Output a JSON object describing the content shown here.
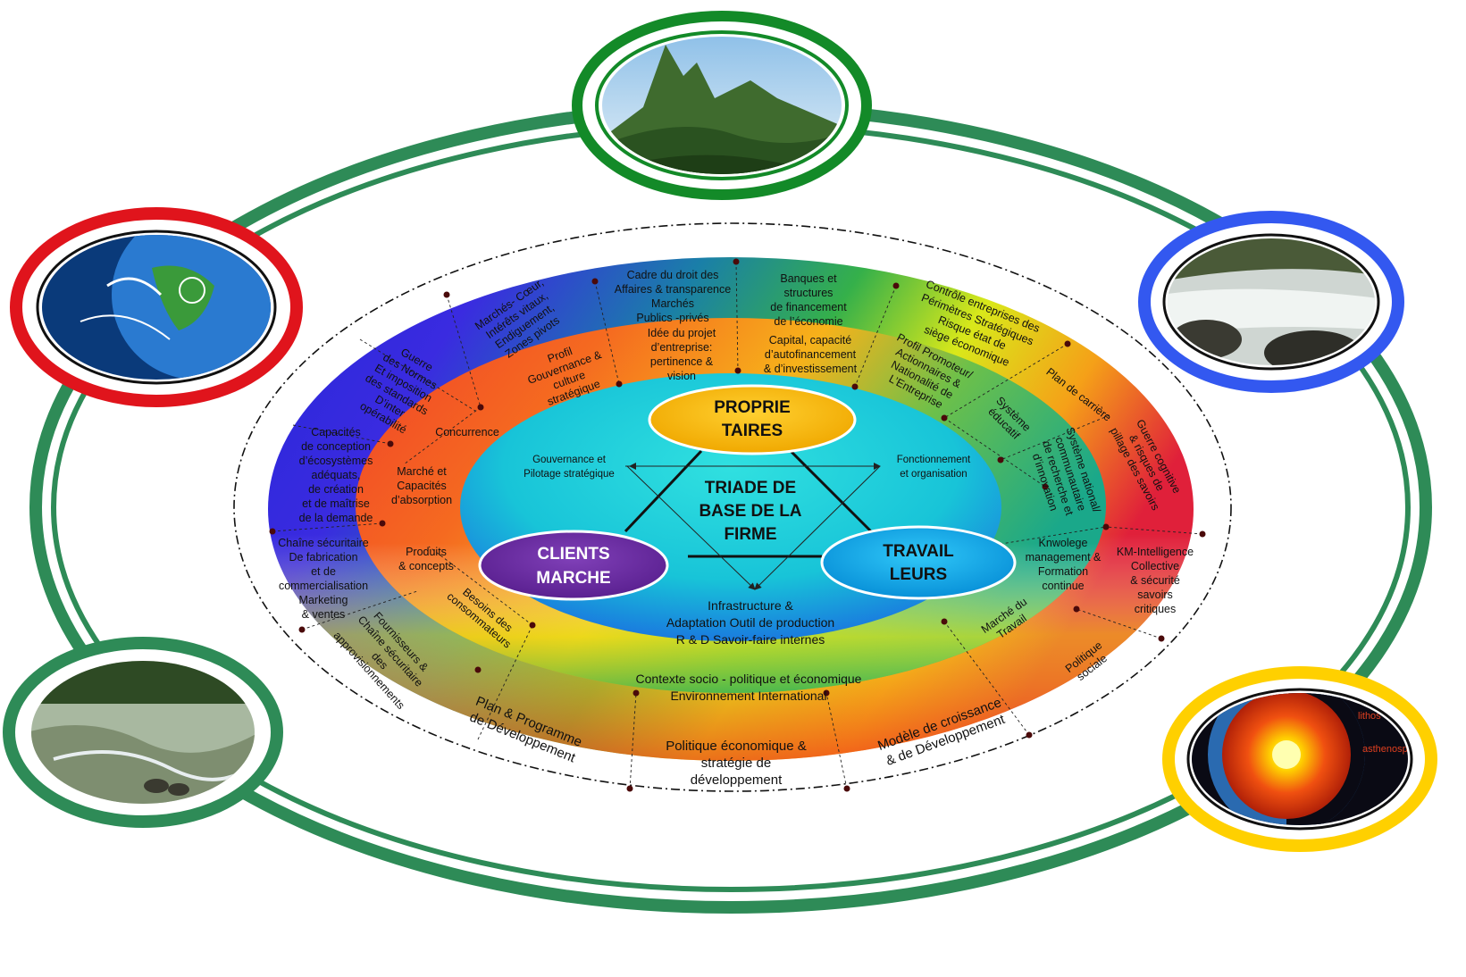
{
  "colors": {
    "outer_ring": "#2e8b57",
    "inner_cyan": "#14c8d8",
    "proprietaires": "#f5b300",
    "clients": "#6a2a9c",
    "travailleurs": "#0aa6e6",
    "frame_top": "#138a28",
    "frame_left_top": "#e0141c",
    "frame_right_top": "#3358f0",
    "frame_left_bottom": "#2e8b57",
    "frame_right_bottom": "#ffd000"
  },
  "icons": {
    "top": "mountain-forest-photo-icon",
    "left_top": "earth-ocean-climate-photo-icon",
    "right_top": "river-rapids-photo-icon",
    "left_bottom": "wetland-elephants-photo-icon",
    "right_bottom": "earth-core-layers-photo-icon"
  },
  "core": {
    "title": [
      "TRIADE DE",
      "BASE DE LA",
      "FIRME"
    ],
    "proprietaires": [
      "PROPRIE",
      "TAIRES"
    ],
    "clients": [
      "CLIENTS",
      "MARCHE"
    ],
    "travailleurs": [
      "TRAVAIL",
      "LEURS"
    ],
    "gouvernance": [
      "Gouvernance et",
      "Pilotage stratégique"
    ],
    "fonctionnement": [
      "Fonctionnement",
      "et organisation"
    ],
    "infrastructure": [
      "Infrastructure &",
      "Adaptation Outil de production",
      "R & D  Savoir-faire  internes"
    ]
  },
  "middle_ring": {
    "profil_gouv": [
      "Profil",
      "Gouvernance &",
      "culture",
      "stratégique"
    ],
    "idee_projet": [
      "Idée du projet",
      "d’entreprise:",
      "pertinence &",
      "vision"
    ],
    "capital": [
      "Capital, capacité",
      "d’autofinancement",
      "& d’investissement"
    ],
    "profil_promoteur": [
      "Profil Promoteur/",
      "Actionnaires &",
      "Nationalité de",
      "L’Entreprise"
    ],
    "systeme_educatif": [
      "Système",
      "éducatif"
    ],
    "systeme_national": [
      "Système national/",
      "communautaire",
      "de recherche et",
      "d’innovation"
    ],
    "knowledge": [
      "Knwolege",
      "management &",
      "Formation",
      "continue"
    ],
    "marche_travail": [
      "Marché du",
      "Travail"
    ],
    "besoins": [
      "Besoins des",
      "consommateurs"
    ],
    "produits": [
      "Produits",
      "& concepts"
    ],
    "marche_capacites": [
      "Marché et",
      "Capacités",
      "d’absorption"
    ],
    "concurrence": "Concurrence",
    "contexte": [
      "Contexte socio - politique et économique",
      "Environnement International"
    ]
  },
  "outer_ring": {
    "cadre_droit": [
      "Cadre  du droit des",
      "Affaires & transparence",
      "Marchés",
      "Publics -privés"
    ],
    "banques": [
      "Banques et",
      "structures",
      "de financement",
      "de l’économie"
    ],
    "controle": [
      "Contrôle  entreprises des",
      "Périmètres Stratégiques",
      "Risque état de",
      "siège économique"
    ],
    "plan_carriere": "Plan de carrière",
    "guerre_cognitive": [
      "Guerre cognitive",
      "& risques de",
      "pillage des savoirs"
    ],
    "km_intelligence": [
      "KM-Intelligence",
      "Collective",
      "& sécurité",
      "savoirs",
      "critiques"
    ],
    "politique_sociale": [
      "Politique",
      "sociale"
    ],
    "modele_croissance": [
      "Modèle de croissance",
      "& de Développement"
    ],
    "politique_economique": [
      "Politique économique &",
      "stratégie de",
      "développement"
    ],
    "plan_programme": [
      "Plan & Programme",
      "de Développement"
    ],
    "fournisseurs": [
      "Fournisseurs &",
      "Chaîne sécuritaire",
      "des",
      "approvisionnements"
    ],
    "chaine_fabrication": [
      "Chaîne sécuritaire",
      "De  fabrication",
      "et de",
      "commercialisation",
      "Marketing",
      "& ventes"
    ],
    "capacites_conception": [
      "Capacités",
      "de conception",
      "d’écosystèmes",
      "adéquats,",
      "de création",
      "et de maîtrise",
      "de la demande"
    ],
    "guerre_normes": [
      "Guerre",
      "des Normes",
      "Et imposition",
      "des standards",
      "D’inter",
      "opérabilité"
    ],
    "marches_coeur": [
      "Marchés- Cœur,",
      "Intérêts vitaux,",
      "Endiguement,",
      "Zones pivots"
    ]
  },
  "photo_labels": {
    "lithosphere": "lithos",
    "asthenosphere": "asthenospher"
  }
}
